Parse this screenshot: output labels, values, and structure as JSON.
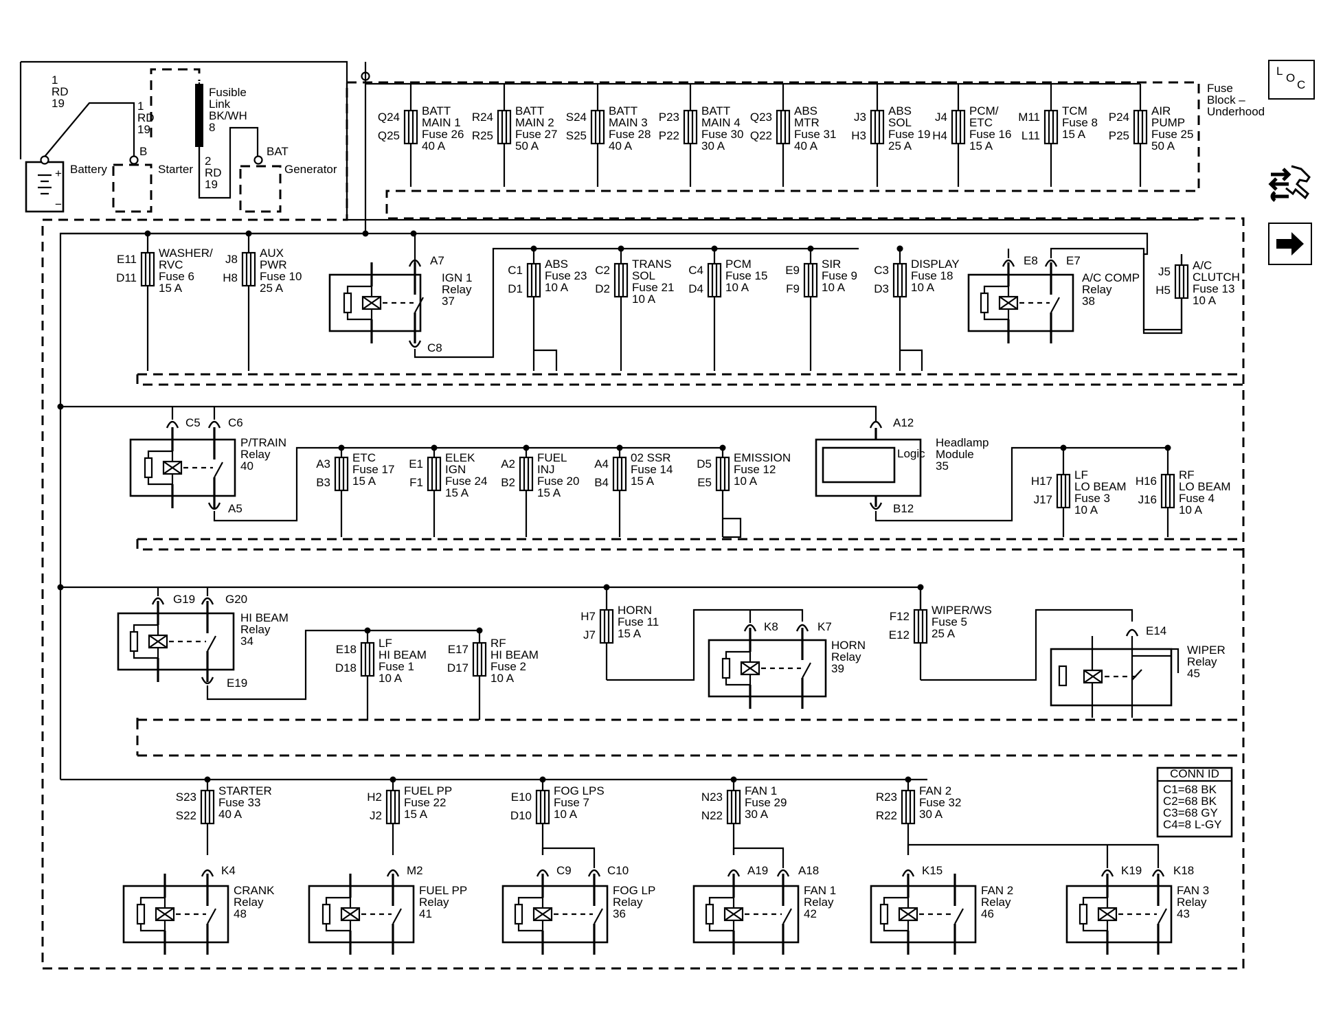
{
  "loc": [
    "L",
    "O",
    "C"
  ],
  "fuse_block_label": [
    "Fuse",
    "Block –",
    "Underhood"
  ],
  "conn_id": {
    "title": "CONN ID",
    "lines": [
      "C1=68 BK",
      "C2=68 BK",
      "C3=68 GY",
      "C4=8 L-GY"
    ]
  },
  "battery": {
    "label": "Battery",
    "plus": "+",
    "minus": "−",
    "wire": [
      "1",
      "RD",
      "19"
    ]
  },
  "starter": {
    "label": "Starter",
    "terminal": "B",
    "wire": [
      "1",
      "RD",
      "19"
    ]
  },
  "generator": {
    "label": "Generator",
    "terminal": "BAT",
    "wire": [
      "2",
      "RD",
      "19"
    ]
  },
  "fusible_link": [
    "Fusible",
    "Link",
    "BK/WH",
    "8"
  ],
  "fuses": [
    {
      "in": "Q24",
      "out": "Q25",
      "lines": [
        "BATT",
        "MAIN 1",
        "Fuse 26",
        "40 A"
      ]
    },
    {
      "in": "R24",
      "out": "R25",
      "lines": [
        "BATT",
        "MAIN 2",
        "Fuse 27",
        "50 A"
      ]
    },
    {
      "in": "S24",
      "out": "S25",
      "lines": [
        "BATT",
        "MAIN 3",
        "Fuse 28",
        "40 A"
      ]
    },
    {
      "in": "P23",
      "out": "P22",
      "lines": [
        "BATT",
        "MAIN 4",
        "Fuse 30",
        "30 A"
      ]
    },
    {
      "in": "Q23",
      "out": "Q22",
      "lines": [
        "ABS",
        "MTR",
        "Fuse 31",
        "40 A"
      ]
    },
    {
      "in": "J3",
      "out": "H3",
      "lines": [
        "ABS",
        "SOL",
        "Fuse 19",
        "25 A"
      ]
    },
    {
      "in": "J4",
      "out": "H4",
      "lines": [
        "PCM/",
        "ETC",
        "Fuse 16",
        "15 A"
      ]
    },
    {
      "in": "M11",
      "out": "L11",
      "lines": [
        "TCM",
        "Fuse 8",
        "15 A"
      ]
    },
    {
      "in": "P24",
      "out": "P25",
      "lines": [
        "AIR",
        "PUMP",
        "Fuse 25",
        "50 A"
      ]
    },
    {
      "in": "E11",
      "out": "D11",
      "lines": [
        "WASHER/",
        "RVC",
        "Fuse 6",
        "15 A"
      ]
    },
    {
      "in": "J8",
      "out": "H8",
      "lines": [
        "AUX",
        "PWR",
        "Fuse 10",
        "25 A"
      ]
    },
    {
      "in": "C1",
      "out": "D1",
      "lines": [
        "ABS",
        "Fuse 23",
        "10 A"
      ]
    },
    {
      "in": "C2",
      "out": "D2",
      "lines": [
        "TRANS",
        "SOL",
        "Fuse 21",
        "10 A"
      ]
    },
    {
      "in": "C4",
      "out": "D4",
      "lines": [
        "PCM",
        "Fuse 15",
        "10 A"
      ]
    },
    {
      "in": "E9",
      "out": "F9",
      "lines": [
        "SIR",
        "Fuse 9",
        "10 A"
      ]
    },
    {
      "in": "C3",
      "out": "D3",
      "lines": [
        "DISPLAY",
        "Fuse 18",
        "10 A"
      ]
    },
    {
      "in": "J5",
      "out": "H5",
      "lines": [
        "A/C",
        "CLUTCH",
        "Fuse 13",
        "10 A"
      ]
    },
    {
      "in": "A3",
      "out": "B3",
      "lines": [
        "ETC",
        "Fuse 17",
        "15 A"
      ]
    },
    {
      "in": "E1",
      "out": "F1",
      "lines": [
        "ELEK",
        "IGN",
        "Fuse 24",
        "15 A"
      ]
    },
    {
      "in": "A2",
      "out": "B2",
      "lines": [
        "FUEL",
        "INJ",
        "Fuse 20",
        "15 A"
      ]
    },
    {
      "in": "A4",
      "out": "B4",
      "lines": [
        "02 SSR",
        "Fuse 14",
        "15 A"
      ]
    },
    {
      "in": "D5",
      "out": "E5",
      "lines": [
        "EMISSION",
        "Fuse 12",
        "10 A"
      ]
    },
    {
      "in": "H17",
      "out": "J17",
      "lines": [
        "LF",
        "LO BEAM",
        "Fuse 3",
        "10 A"
      ]
    },
    {
      "in": "H16",
      "out": "J16",
      "lines": [
        "RF",
        "LO BEAM",
        "Fuse 4",
        "10 A"
      ]
    },
    {
      "in": "E18",
      "out": "D18",
      "lines": [
        "LF",
        "HI BEAM",
        "Fuse 1",
        "10 A"
      ]
    },
    {
      "in": "E17",
      "out": "D17",
      "lines": [
        "RF",
        "HI BEAM",
        "Fuse 2",
        "10 A"
      ]
    },
    {
      "in": "H7",
      "out": "J7",
      "lines": [
        "HORN",
        "Fuse 11",
        "15 A"
      ]
    },
    {
      "in": "F12",
      "out": "E12",
      "lines": [
        "WIPER/WS",
        "Fuse 5",
        "25 A"
      ]
    },
    {
      "in": "S23",
      "out": "S22",
      "lines": [
        "STARTER",
        "Fuse 33",
        "40 A"
      ]
    },
    {
      "in": "H2",
      "out": "J2",
      "lines": [
        "FUEL PP",
        "Fuse 22",
        "15 A"
      ]
    },
    {
      "in": "E10",
      "out": "D10",
      "lines": [
        "FOG LPS",
        "Fuse 7",
        "10 A"
      ]
    },
    {
      "in": "N23",
      "out": "N22",
      "lines": [
        "FAN 1",
        "Fuse 29",
        "30 A"
      ]
    },
    {
      "in": "R23",
      "out": "R22",
      "lines": [
        "FAN 2",
        "Fuse 32",
        "30 A"
      ]
    }
  ],
  "relays": [
    {
      "lines": [
        "IGN 1",
        "Relay",
        "37"
      ],
      "pins": [
        "A7",
        "C8"
      ]
    },
    {
      "lines": [
        "A/C COMP",
        "Relay",
        "38"
      ],
      "pins": [
        "E8",
        "E7"
      ]
    },
    {
      "lines": [
        "P/TRAIN",
        "Relay",
        "40"
      ],
      "pins": [
        "C5",
        "C6",
        "A5"
      ]
    },
    {
      "lines": [
        "HI BEAM",
        "Relay",
        "34"
      ],
      "pins": [
        "G19",
        "G20",
        "E19"
      ]
    },
    {
      "lines": [
        "HORN",
        "Relay",
        "39"
      ],
      "pins": [
        "K8",
        "K7"
      ]
    },
    {
      "lines": [
        "WIPER",
        "Relay",
        "45"
      ],
      "pins": [
        "E14"
      ]
    },
    {
      "lines": [
        "CRANK",
        "Relay",
        "48"
      ],
      "pins": [
        "K4"
      ]
    },
    {
      "lines": [
        "FUEL PP",
        "Relay",
        "41"
      ],
      "pins": [
        "M2"
      ]
    },
    {
      "lines": [
        "FOG LP",
        "Relay",
        "36"
      ],
      "pins": [
        "C9",
        "C10"
      ]
    },
    {
      "lines": [
        "FAN 1",
        "Relay",
        "42"
      ],
      "pins": [
        "A19",
        "A18"
      ]
    },
    {
      "lines": [
        "FAN 2",
        "Relay",
        "46"
      ],
      "pins": [
        "K15"
      ]
    },
    {
      "lines": [
        "FAN 3",
        "Relay",
        "43"
      ],
      "pins": [
        "K19",
        "K18"
      ]
    }
  ],
  "headlamp_module": {
    "lines": [
      "Headlamp",
      "Module",
      "35"
    ],
    "logic": "Logic",
    "pins": [
      "A12",
      "B12"
    ]
  },
  "icons": [
    "loc-icon",
    "connector-troubleshoot-icon",
    "next-arrow-icon"
  ]
}
